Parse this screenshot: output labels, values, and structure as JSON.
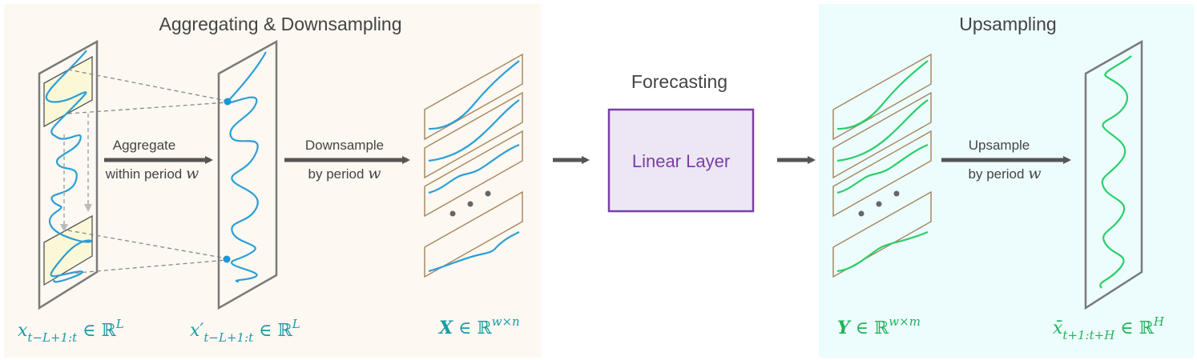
{
  "sections": {
    "left_title": "Aggregating & Downsampling",
    "middle_title": "Forecasting",
    "right_title": "Upsampling"
  },
  "steps": {
    "aggregate_line1": "Aggregate",
    "aggregate_line2": "within period ",
    "downsample_line1": "Downsample",
    "downsample_line2": "by period ",
    "upsample_line1": "Upsample",
    "upsample_line2": "by period ",
    "period_symbol": "w",
    "linear_layer": "Linear Layer"
  },
  "math": {
    "input": {
      "base": "x",
      "sub": "t−L+1:t",
      "in": " ∈ ℝ",
      "sup": "L"
    },
    "aggregated": {
      "base": "x′",
      "sub": "t−L+1:t",
      "in": " ∈ ℝ",
      "sup": "L"
    },
    "downsampled": {
      "base": "X",
      "in": " ∈ ℝ",
      "sup": "w×n"
    },
    "forecast": {
      "base": "Y",
      "in": " ∈ ℝ",
      "sup": "w×m"
    },
    "output": {
      "base": "x̄",
      "sub": "t+1:t+H",
      "in": " ∈ ℝ",
      "sup": "H"
    }
  },
  "colors": {
    "left_bg": "#fdf8f1",
    "right_bg": "#edfcfd",
    "teal": "#1a9aa8",
    "green": "#22b35a",
    "purple": "#7b3fa5",
    "blue_wave": "#2a9fd8"
  }
}
